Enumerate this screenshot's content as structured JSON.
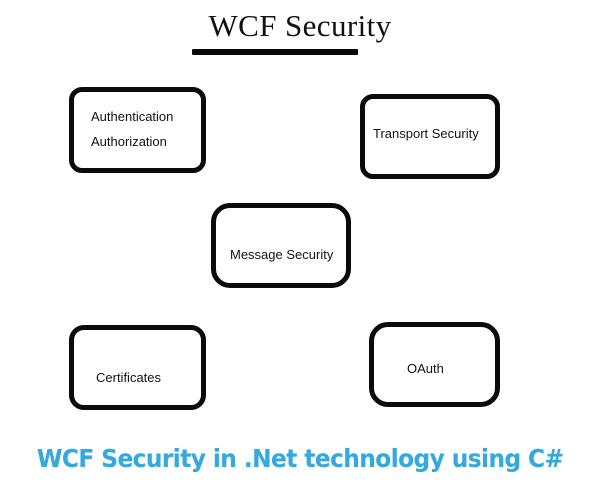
{
  "diagram": {
    "title": "WCF Security",
    "caption": "WCF Security in .Net technology using C#",
    "colors": {
      "background": "#ffffff",
      "box_border": "#0b0b0b",
      "box_fill": "#ffffff",
      "title_text": "#111111",
      "node_text": "#131313",
      "caption_text": "#35a8dd"
    },
    "nodes": [
      {
        "id": "authentication-authorization",
        "label": "Authentication\nAuthorization"
      },
      {
        "id": "transport-security",
        "label": "Transport Security"
      },
      {
        "id": "message-security",
        "label": "Message Security"
      },
      {
        "id": "certificates",
        "label": "Certificates"
      },
      {
        "id": "oauth",
        "label": "OAuth"
      }
    ]
  }
}
